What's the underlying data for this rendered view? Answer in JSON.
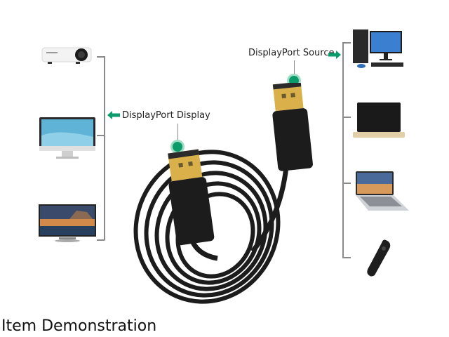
{
  "labels": {
    "display": "DisplayPort Display",
    "source": "DisplayPort Source",
    "caption": "Item Demonstration"
  },
  "colors": {
    "accent_green": "#0c9b6a",
    "bracket_gray": "#8a8a8a",
    "cable_black": "#1c1c1c",
    "connector_gold": "#d9b04a"
  },
  "display_devices": [
    {
      "name": "projector"
    },
    {
      "name": "monitor"
    },
    {
      "name": "tv"
    }
  ],
  "source_devices": [
    {
      "name": "desktop-pc"
    },
    {
      "name": "laptop"
    },
    {
      "name": "notebook"
    },
    {
      "name": "remote"
    }
  ],
  "icons": {
    "display_arrow": "arrow-left-icon",
    "source_arrow": "arrow-right-icon"
  }
}
